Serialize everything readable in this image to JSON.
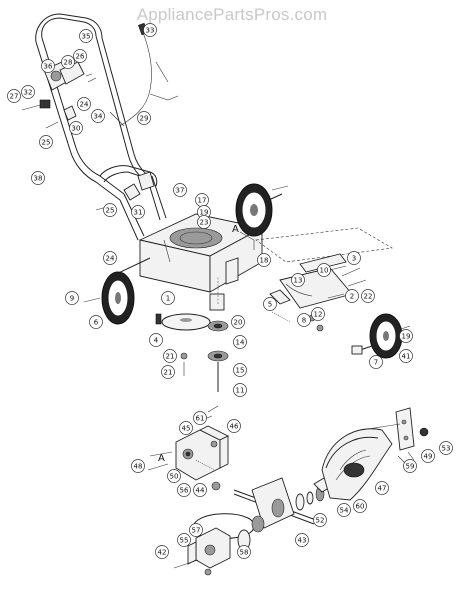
{
  "watermark": "AppliancePartsPros.com",
  "section_labels": [
    "A",
    "A"
  ],
  "callouts": [
    "35",
    "33",
    "26",
    "36",
    "28",
    "27",
    "32",
    "24",
    "34",
    "29",
    "30",
    "25",
    "38",
    "37",
    "31",
    "17",
    "19",
    "23",
    "25",
    "24",
    "18",
    "9",
    "6",
    "1",
    "10",
    "20",
    "5",
    "13",
    "3",
    "2",
    "22",
    "4",
    "8",
    "12",
    "19",
    "21",
    "14",
    "21",
    "15",
    "11",
    "7",
    "41",
    "61",
    "45",
    "46",
    "48",
    "50",
    "56",
    "44",
    "53",
    "59",
    "49",
    "47",
    "54",
    "52",
    "60",
    "57",
    "58",
    "55",
    "43",
    "42"
  ]
}
